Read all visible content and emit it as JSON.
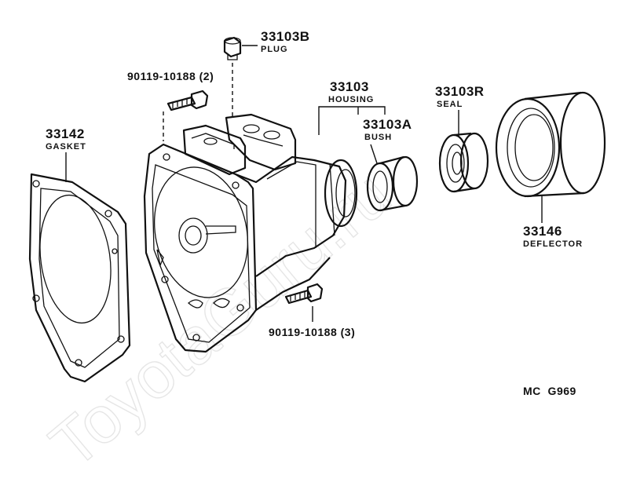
{
  "watermark": "ToyotaGuru.ru",
  "diagram_code": "MC  G969",
  "parts": {
    "plug": {
      "number": "33103B",
      "name": "PLUG"
    },
    "bolt_upper": {
      "number": "90119-10188 (2)"
    },
    "housing": {
      "number": "33103",
      "name": "HOUSING"
    },
    "bush": {
      "number": "33103A",
      "name": "BUSH"
    },
    "seal": {
      "number": "33103R",
      "name": "SEAL"
    },
    "gasket": {
      "number": "33142",
      "name": "GASKET"
    },
    "deflector": {
      "number": "33146",
      "name": "DEFLECTOR"
    },
    "bolt_lower": {
      "number": "90119-10188 (3)"
    }
  }
}
